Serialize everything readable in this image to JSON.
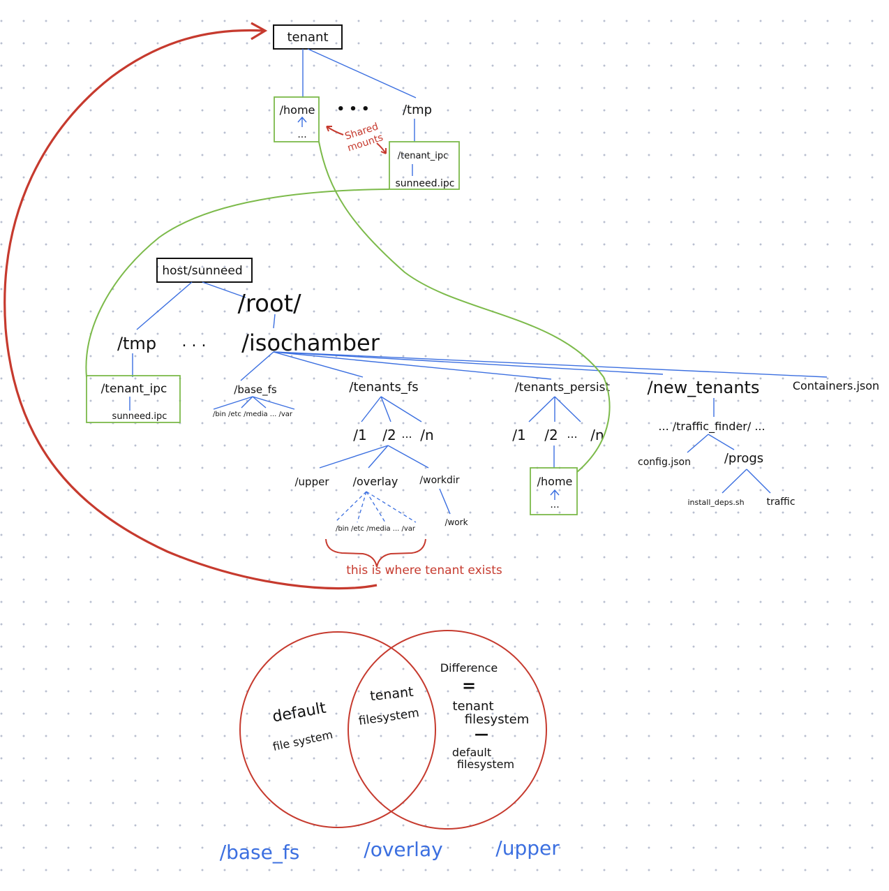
{
  "colors": {
    "tree_lines": "#3b6fe0",
    "mount_lines": "#7cba4a",
    "annotation": "#c63a2e",
    "ink": "#111111"
  },
  "tenant_tree": {
    "root": "tenant",
    "home": "/home",
    "home_child": "...",
    "ellipsis": "• • •",
    "tmp": "/tmp",
    "tenant_ipc": "/tenant_ipc",
    "ipc_file": "sunneed.ipc"
  },
  "shared_mounts": {
    "line1": "Shared",
    "line2": "mounts"
  },
  "host_tree": {
    "root": "host/sunneed",
    "root_dir": "/root/",
    "tmp": "/tmp",
    "ellipsis": ". . .",
    "isochamber": "/isochamber",
    "tenant_ipc": "/tenant_ipc",
    "ipc_file": "sunneed.ipc",
    "base_fs": "/base_fs",
    "base_fs_children": "/bin /etc /media ... /var",
    "tenants_fs": "/tenants_fs",
    "tenants_fs_ids": {
      "a": "/1",
      "b": "/2",
      "dots": "...",
      "c": "/n"
    },
    "upper": "/upper",
    "overlay": "/overlay",
    "workdir": "/workdir",
    "overlay_children": "/bin /etc /media ... /var",
    "work": "/work",
    "tenants_persist": "/tenants_persist",
    "tenants_persist_ids": {
      "a": "/1",
      "b": "/2",
      "dots": "...",
      "c": "/n"
    },
    "persist_home": "/home",
    "persist_home_child": "...",
    "new_tenants": "/new_tenants",
    "traffic_finder": "... /traffic_finder/ ...",
    "config_json": "config.json",
    "progs": "/progs",
    "install_deps": "install_deps.sh",
    "traffic": "traffic",
    "containers_json": "Containers.json"
  },
  "tenant_exists_note": "this is where tenant exists",
  "venn": {
    "left_line1": "default",
    "left_line2": "file system",
    "middle_line1": "tenant",
    "middle_line2": "filesystem",
    "right_line1": "Difference",
    "right_eq": "=",
    "right_line2": "tenant",
    "right_line3": "filesystem",
    "right_minus": "—",
    "right_line4": "default",
    "right_line5": "filesystem",
    "label_left": "/base_fs",
    "label_middle": "/overlay",
    "label_right": "/upper"
  }
}
